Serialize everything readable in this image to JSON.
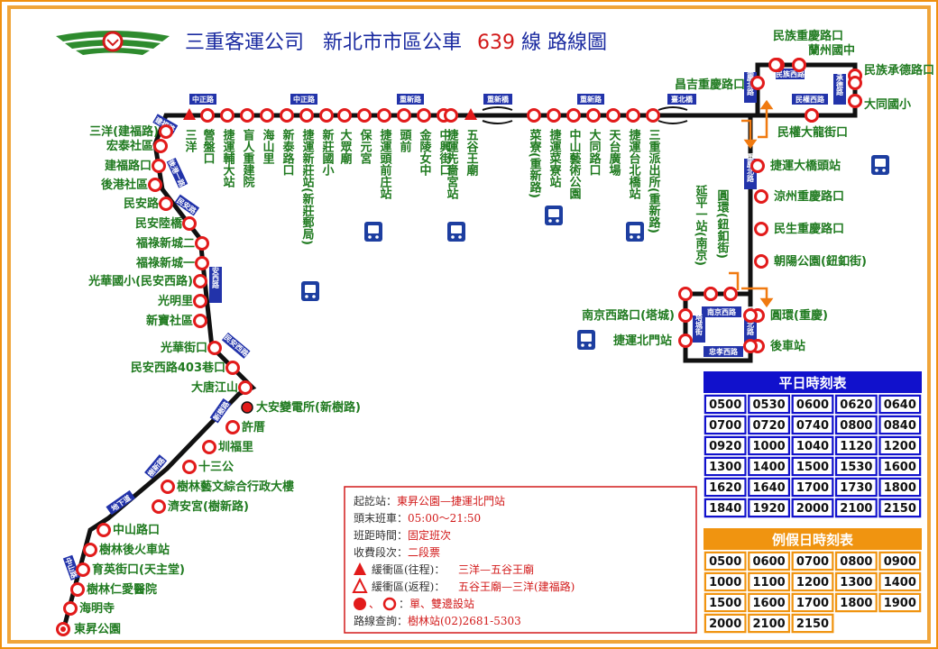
{
  "header": {
    "company": "三重客運公司",
    "route_prefix": "新北市市區公車",
    "route_number": "639",
    "route_suffix": "線 路線圖"
  },
  "colors": {
    "frame": "#f0900f",
    "route_line": "#111111",
    "station_ring": "#e21b1b",
    "label_green": "#1f7a1f",
    "road_tag_blue": "#2233aa",
    "weekday_table": "#1111cc",
    "holiday_table": "#f09410",
    "one_way_arrow": "#f07a10"
  },
  "stations": {
    "west": [
      {
        "name": "三洋(建福路)"
      },
      {
        "name": "宏泰社區"
      },
      {
        "name": "建福路口"
      },
      {
        "name": "後港社區"
      },
      {
        "name": "民安路"
      },
      {
        "name": "民安陸橋"
      },
      {
        "name": "福祿新城二"
      },
      {
        "name": "福祿新城一"
      },
      {
        "name": "光華國小(民安西路)"
      },
      {
        "name": "光明里"
      },
      {
        "name": "新寶社區"
      },
      {
        "name": "光華街口"
      },
      {
        "name": "民安西路403巷口"
      },
      {
        "name": "大唐江山"
      },
      {
        "name": "大安變電所(新樹路)"
      },
      {
        "name": "許厝"
      },
      {
        "name": "圳福里"
      },
      {
        "name": "十三公"
      },
      {
        "name": "樹林藝文綜合行政大樓"
      },
      {
        "name": "濟安宮(樹新路)"
      },
      {
        "name": "中山路口"
      },
      {
        "name": "樹林後火車站"
      },
      {
        "name": "育英街口(天主堂)"
      },
      {
        "name": "樹林仁愛醫院"
      },
      {
        "name": "海明寺"
      },
      {
        "name": "東昇公園"
      }
    ],
    "top": [
      {
        "name": "三洋"
      },
      {
        "name": "營盤口"
      },
      {
        "name": "捷運輔大站"
      },
      {
        "name": "盲人重建院"
      },
      {
        "name": "海山里"
      },
      {
        "name": "新泰路口"
      },
      {
        "name": "捷運新莊站(新莊郵局)"
      },
      {
        "name": "新莊國小"
      },
      {
        "name": "大眾廟"
      },
      {
        "name": "保元宮"
      },
      {
        "name": "捷運頭前庄站"
      },
      {
        "name": "頭前"
      },
      {
        "name": "金陵女中"
      },
      {
        "name": "中興街口"
      },
      {
        "name": "捷運先嗇宮站"
      },
      {
        "name": "五谷王廟"
      },
      {
        "name": "菜寮(重新路)"
      },
      {
        "name": "捷運菜寮站"
      },
      {
        "name": "中山藝術公園"
      },
      {
        "name": "大同路口"
      },
      {
        "name": "天台廣場"
      },
      {
        "name": "捷運台北橋站"
      },
      {
        "name": "三重派出所(重新路)"
      }
    ],
    "east": [
      {
        "name": "昌吉重慶路口"
      },
      {
        "name": "民族重慶路口"
      },
      {
        "name": "蘭州國中"
      },
      {
        "name": "民族承德路口"
      },
      {
        "name": "大同國小"
      },
      {
        "name": "民權大龍街口"
      },
      {
        "name": "捷運大橋頭站"
      },
      {
        "name": "涼州重慶路口"
      },
      {
        "name": "民生重慶路口"
      },
      {
        "name": "朝陽公園(鈕釦街)"
      },
      {
        "name": "延平一站(南京)"
      },
      {
        "name": "圓環(鈕釦街)"
      },
      {
        "name": "南京西路口(塔城)"
      },
      {
        "name": "圓環(重慶)"
      },
      {
        "name": "捷運北門站"
      },
      {
        "name": "後車站"
      }
    ]
  },
  "road_tags": {
    "zhongzheng": "中正路",
    "chongxin": "重新路",
    "chongxin_bridge": "重新橋",
    "taibei_bridge": "臺北橋",
    "chongqing_n": "重慶北路",
    "minzu_w": "民族西路",
    "chengde": "承德路",
    "minquan_w": "民權西路",
    "nanjing_w": "南京西路",
    "tacheng": "塔城街",
    "zhongxiao_w": "忠孝西路",
    "jianfu": "建福路",
    "houying": "後港一路",
    "minan": "民安路",
    "minan_w": "民安西路",
    "xinshu": "新樹路",
    "shuxin": "樹新路",
    "underpass": "地下道",
    "zhongshan": "中山路"
  },
  "info_box": {
    "lines": [
      {
        "label": "起訖站：",
        "value": "東昇公園—捷運北門站"
      },
      {
        "label": "頭末班車：",
        "value": "05:00～21:50"
      },
      {
        "label": "班距時間：",
        "value": "固定班次"
      },
      {
        "label": "收費段次：",
        "value": "二段票"
      },
      {
        "label": "緩衝區(往程)：",
        "value": "三洋—五谷王廟"
      },
      {
        "label": "緩衝區(返程)：",
        "value": "五谷王廟—三洋(建福路)"
      },
      {
        "label": "：",
        "value": "單、雙邊設站"
      },
      {
        "label": "路線查詢：",
        "value": "樹林站(02)2681-5303"
      }
    ],
    "sep": "、"
  },
  "weekday": {
    "title": "平日時刻表",
    "times": [
      "0500",
      "0530",
      "0600",
      "0620",
      "0640",
      "0700",
      "0720",
      "0740",
      "0800",
      "0840",
      "0920",
      "1000",
      "1040",
      "1120",
      "1200",
      "1300",
      "1400",
      "1500",
      "1530",
      "1600",
      "1620",
      "1640",
      "1700",
      "1730",
      "1800",
      "1840",
      "1920",
      "2000",
      "2100",
      "2150"
    ]
  },
  "holiday": {
    "title": "例假日時刻表",
    "times": [
      "0500",
      "0600",
      "0700",
      "0800",
      "0900",
      "1000",
      "1100",
      "1200",
      "1300",
      "1400",
      "1500",
      "1600",
      "1700",
      "1800",
      "1900",
      "2000",
      "2100",
      "2150"
    ]
  }
}
